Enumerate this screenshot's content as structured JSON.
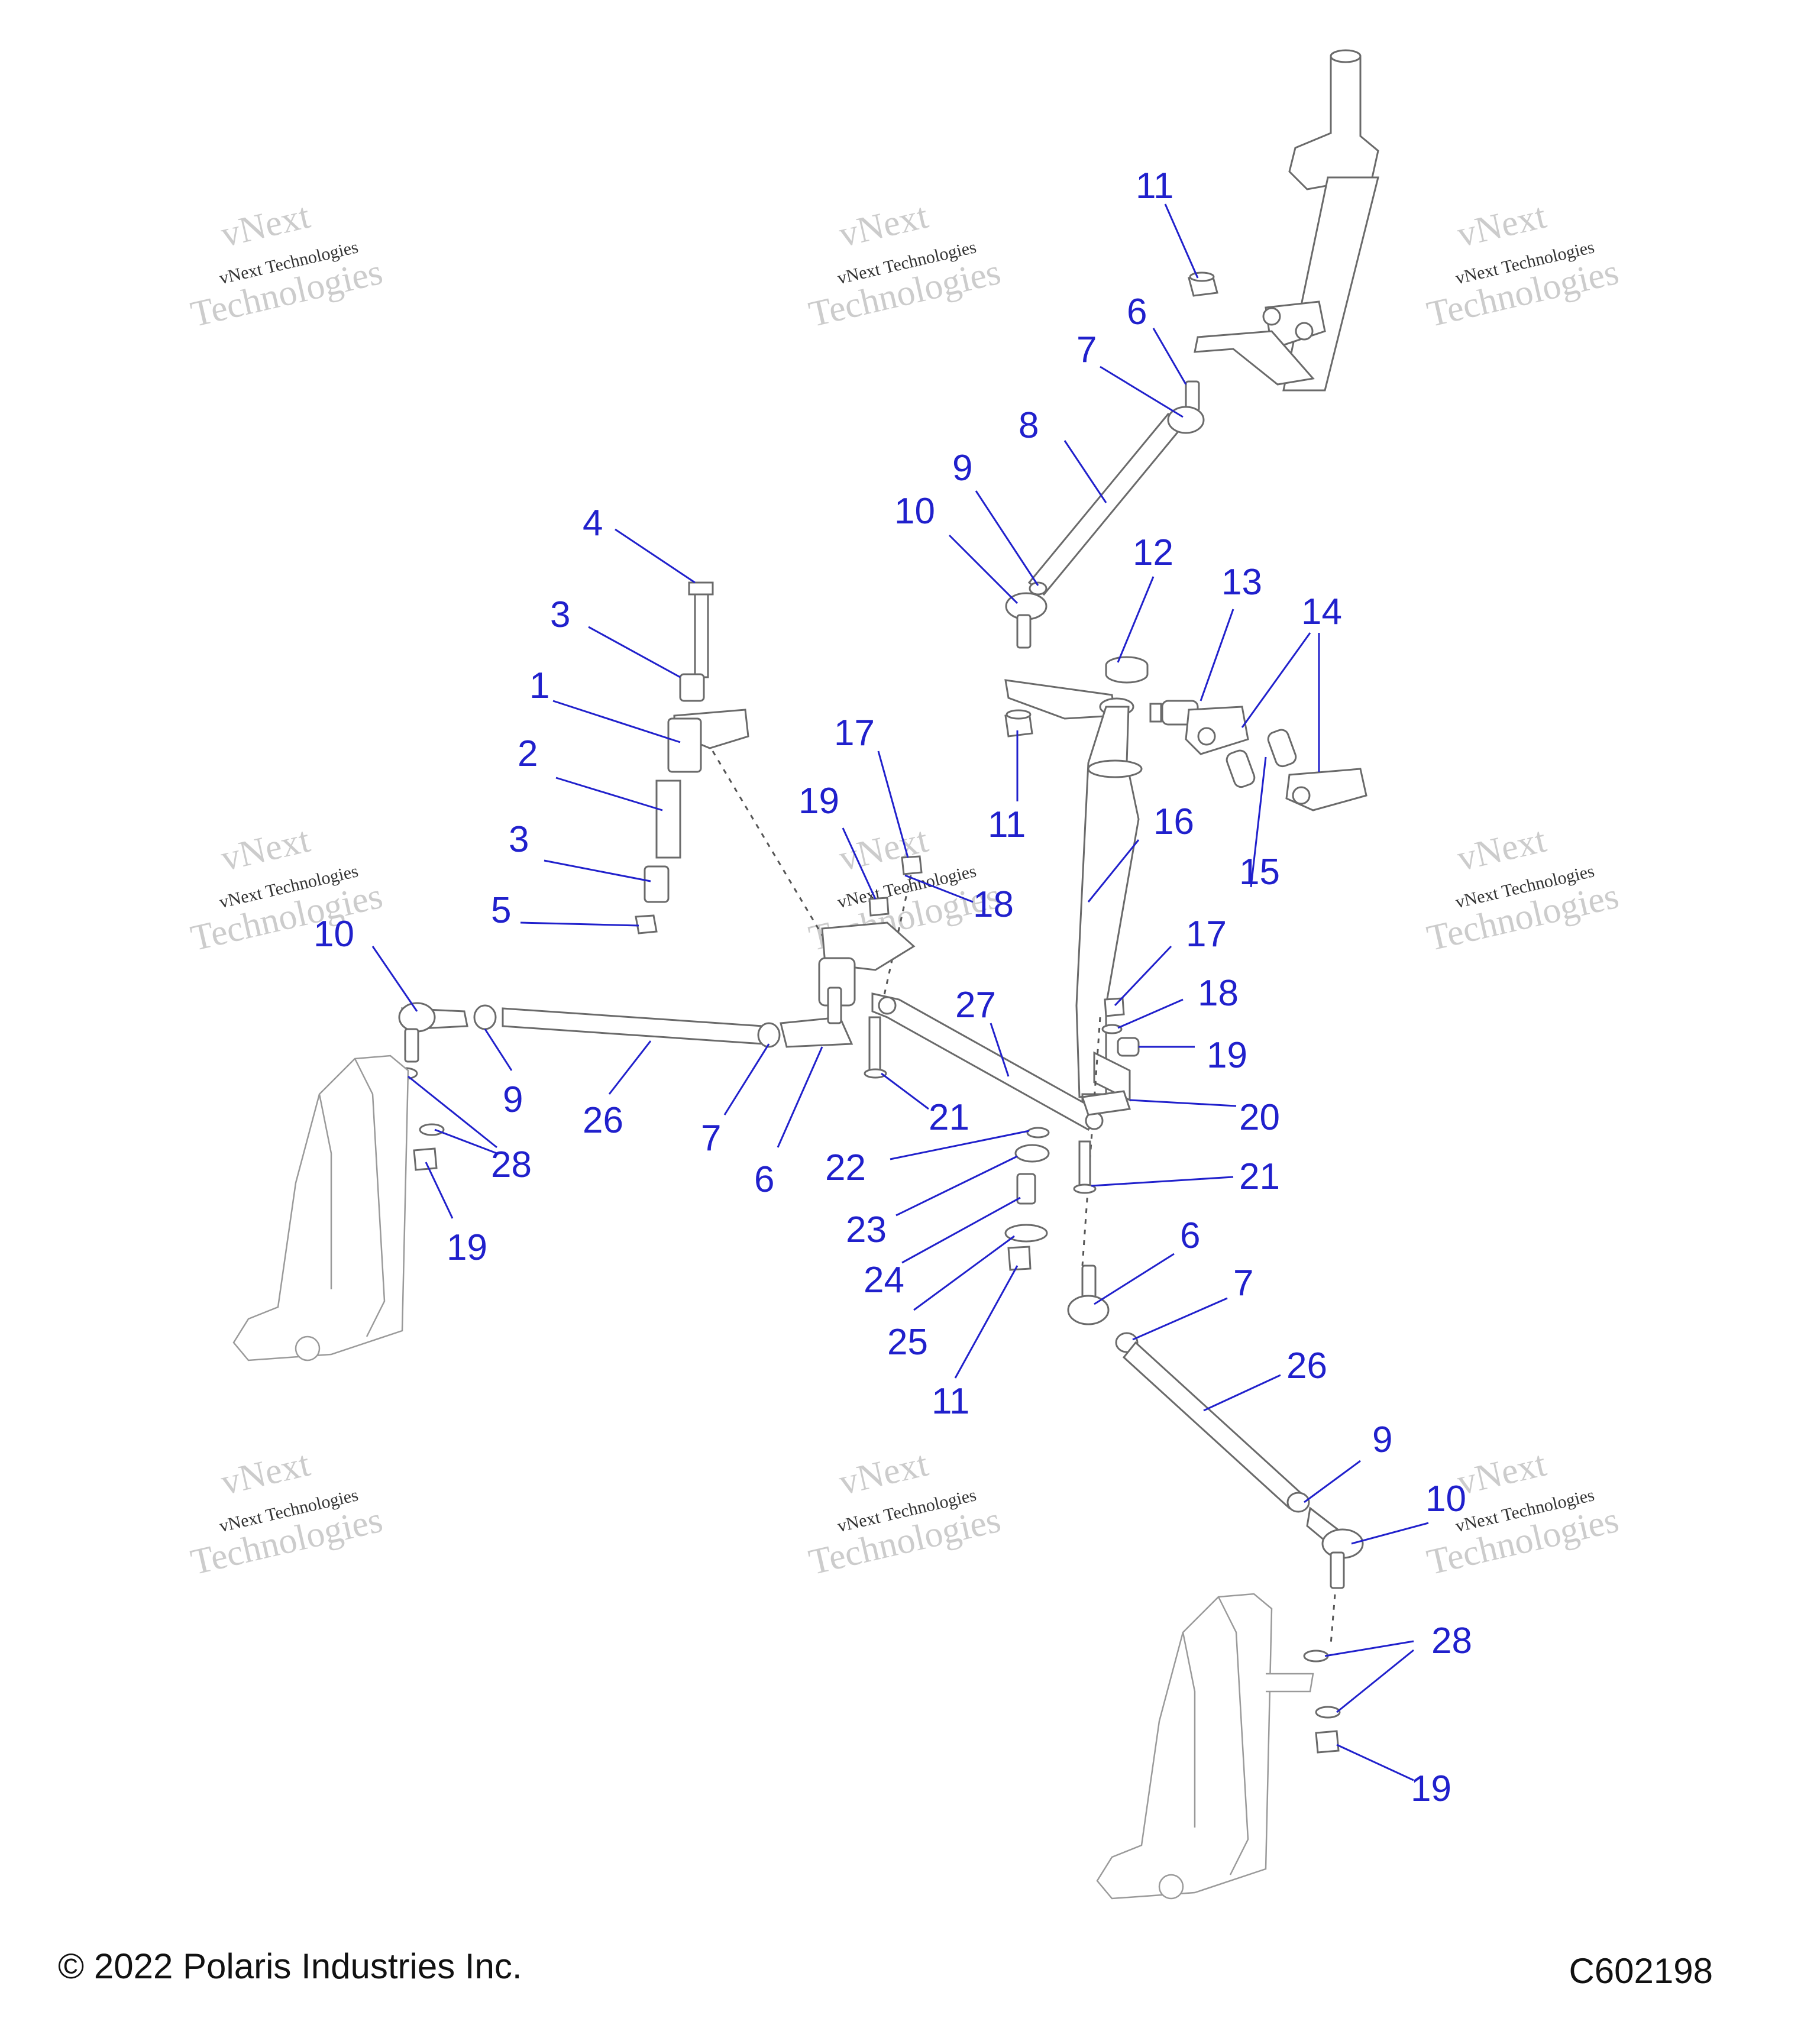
{
  "footer": {
    "copyright": "© 2022 Polaris Industries Inc.",
    "figure_code": "C602198"
  },
  "watermark": {
    "line1": "vNext",
    "line2": "vNext Technologies",
    "line3": "Technologies"
  },
  "callouts": [
    {
      "id": "c1",
      "label": "11"
    },
    {
      "id": "c2",
      "label": "6"
    },
    {
      "id": "c3",
      "label": "7"
    },
    {
      "id": "c4",
      "label": "8"
    },
    {
      "id": "c5",
      "label": "9"
    },
    {
      "id": "c6",
      "label": "10"
    },
    {
      "id": "c7",
      "label": "4"
    },
    {
      "id": "c8",
      "label": "3"
    },
    {
      "id": "c9",
      "label": "1"
    },
    {
      "id": "c10",
      "label": "2"
    },
    {
      "id": "c11",
      "label": "3"
    },
    {
      "id": "c12",
      "label": "5"
    },
    {
      "id": "c13",
      "label": "12"
    },
    {
      "id": "c14",
      "label": "13"
    },
    {
      "id": "c15",
      "label": "14"
    },
    {
      "id": "c16",
      "label": "11"
    },
    {
      "id": "c17",
      "label": "15"
    },
    {
      "id": "c18",
      "label": "16"
    },
    {
      "id": "c19",
      "label": "17"
    },
    {
      "id": "c20",
      "label": "19"
    },
    {
      "id": "c21",
      "label": "18"
    },
    {
      "id": "c22",
      "label": "10"
    },
    {
      "id": "c23",
      "label": "9"
    },
    {
      "id": "c24",
      "label": "26"
    },
    {
      "id": "c25",
      "label": "7"
    },
    {
      "id": "c26",
      "label": "6"
    },
    {
      "id": "c27",
      "label": "28"
    },
    {
      "id": "c28",
      "label": "19"
    },
    {
      "id": "c29",
      "label": "27"
    },
    {
      "id": "c30",
      "label": "21"
    },
    {
      "id": "c31",
      "label": "17"
    },
    {
      "id": "c32",
      "label": "18"
    },
    {
      "id": "c33",
      "label": "19"
    },
    {
      "id": "c34",
      "label": "20"
    },
    {
      "id": "c35",
      "label": "22"
    },
    {
      "id": "c36",
      "label": "23"
    },
    {
      "id": "c37",
      "label": "24"
    },
    {
      "id": "c38",
      "label": "25"
    },
    {
      "id": "c39",
      "label": "11"
    },
    {
      "id": "c40",
      "label": "21"
    },
    {
      "id": "c41",
      "label": "6"
    },
    {
      "id": "c42",
      "label": "7"
    },
    {
      "id": "c43",
      "label": "26"
    },
    {
      "id": "c44",
      "label": "9"
    },
    {
      "id": "c45",
      "label": "10"
    },
    {
      "id": "c46",
      "label": "28"
    },
    {
      "id": "c47",
      "label": "19"
    }
  ]
}
